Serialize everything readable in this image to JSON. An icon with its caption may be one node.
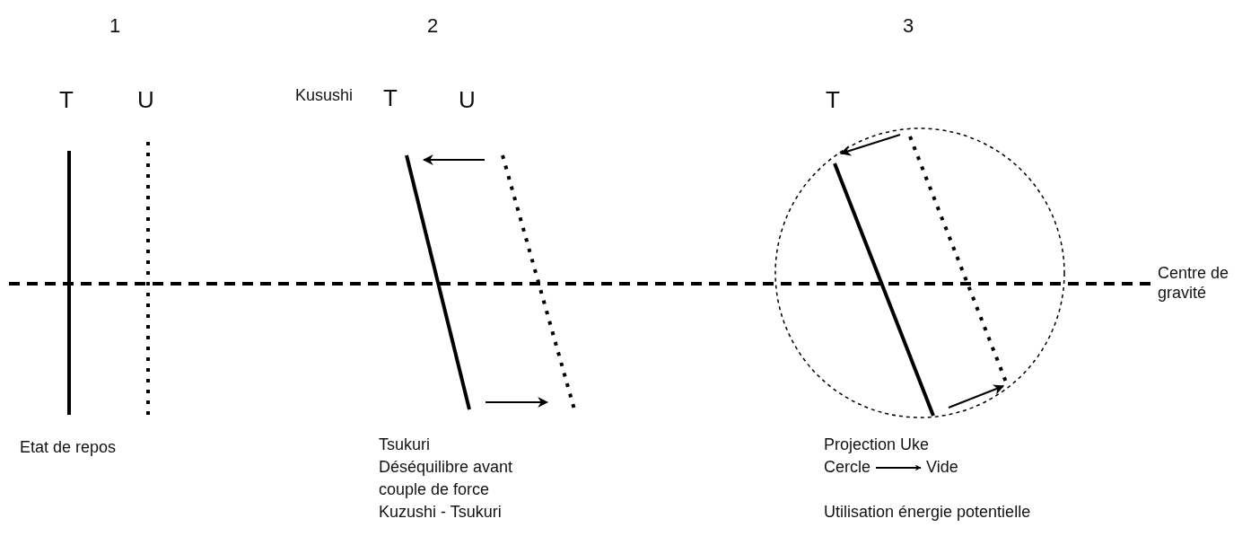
{
  "diagram": {
    "nodes": [
      {
        "text": [
          "Cercle"
        ]
      },
      {
        "text": [
          "Vide"
        ]
      }
    ],
    "edges": [
      {
        "from": 0,
        "to": 1,
        "arrow": "to"
      }
    ],
    "labels": [
      "1",
      "2",
      "3",
      "T",
      "U",
      "Kusushi",
      "T",
      "U",
      "T",
      "Centre de gravité",
      "Etat de repos",
      "Tsukuri",
      "Déséquilibre avant",
      "couple de force",
      "Kuzushi - Tsukuri",
      "Projection Uke",
      "Utilisation énergie potentielle"
    ]
  }
}
